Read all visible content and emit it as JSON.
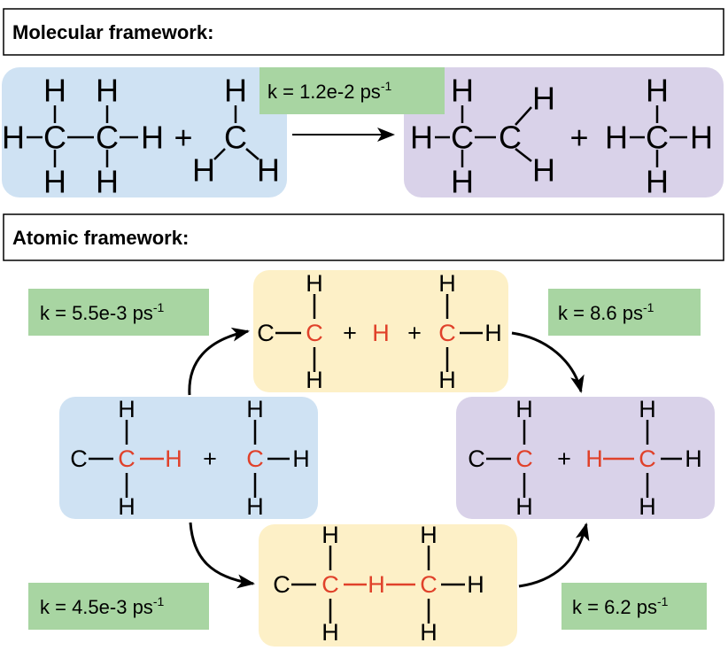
{
  "headers": {
    "molecular": "Molecular framework:",
    "atomic": "Atomic framework:"
  },
  "rates": {
    "molecular": {
      "text": "k = 1.2e-2 ps",
      "sup": "-1"
    },
    "upper_left": {
      "text": "k = 5.5e-3 ps",
      "sup": "-1"
    },
    "upper_right": {
      "text": "k = 8.6 ps",
      "sup": "-1"
    },
    "lower_left": {
      "text": "k = 4.5e-3 ps",
      "sup": "-1"
    },
    "lower_right": {
      "text": "k = 6.2 ps",
      "sup": "-1"
    }
  },
  "symbols": {
    "carbon": "C",
    "hydrogen": "H",
    "plus": "+"
  },
  "colors": {
    "blue_box": "#cfe2f3",
    "purple_box": "#d9d2e9",
    "yellow_box": "#fdf0c7",
    "green_label": "#a8d5a2",
    "highlight_red": "#e0412a",
    "text": "#000000",
    "border": "#000000"
  }
}
